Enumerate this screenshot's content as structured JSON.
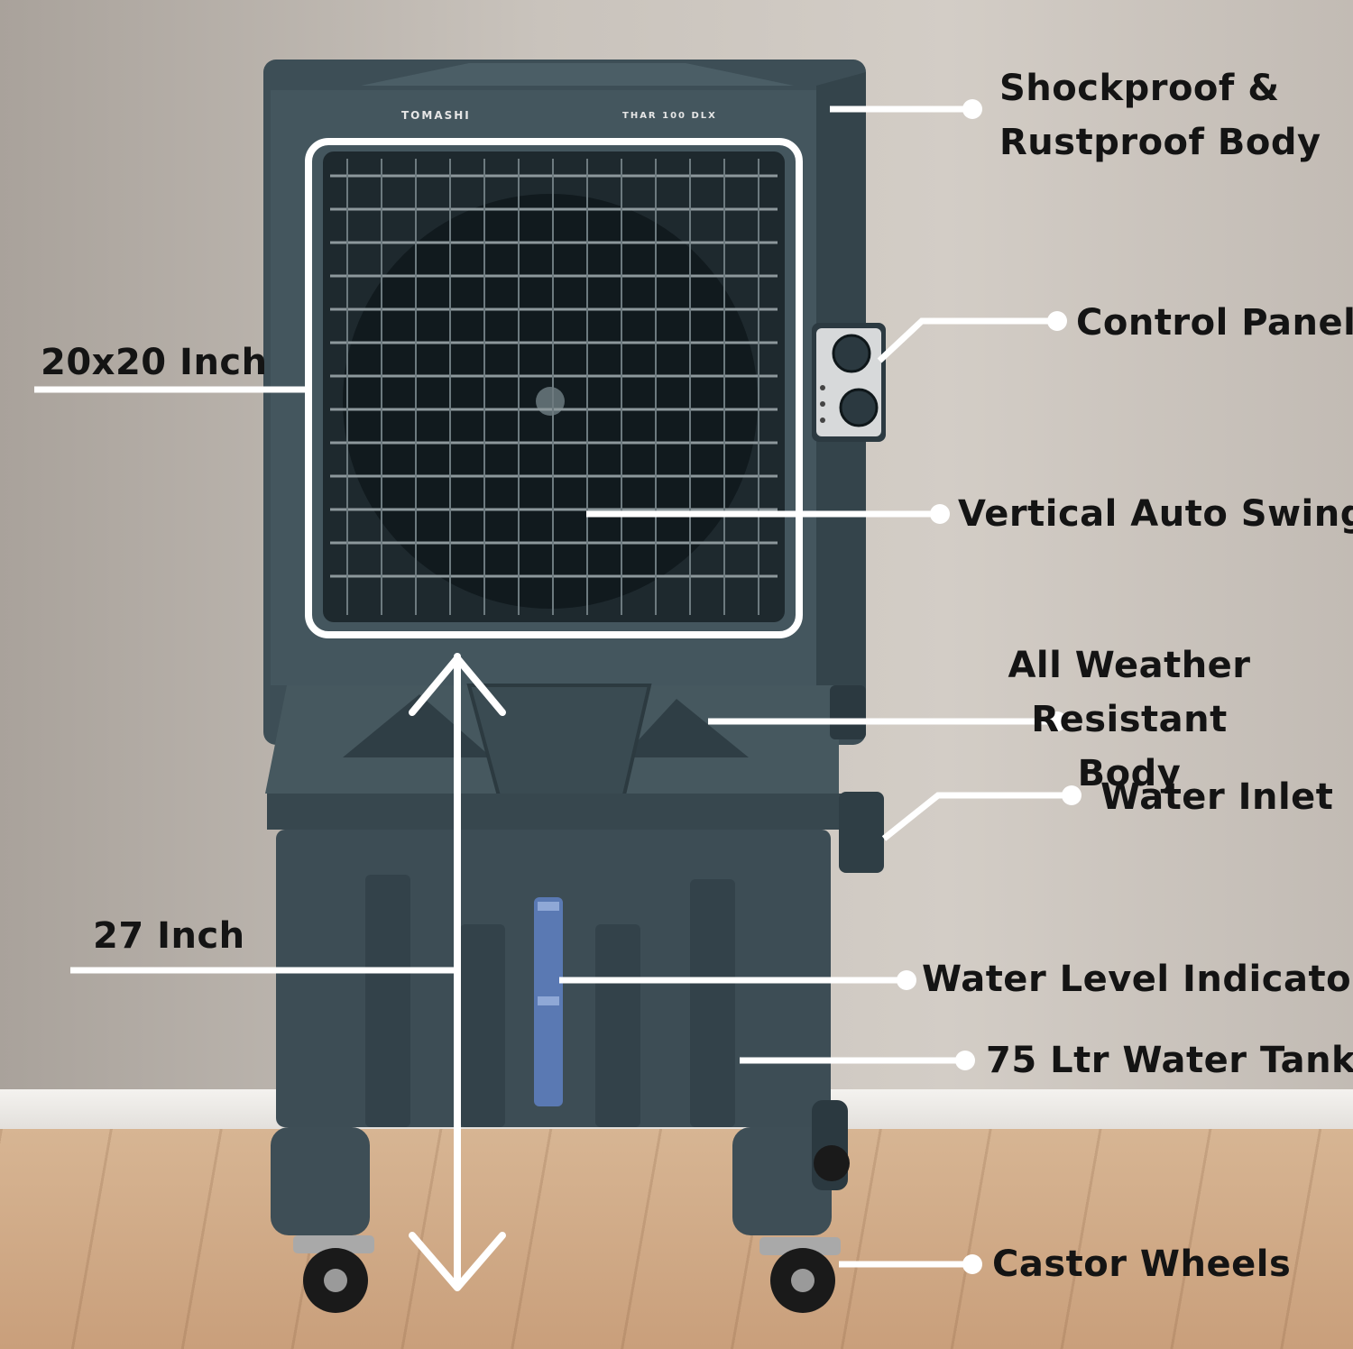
{
  "product": {
    "brand": "TOMASHI",
    "model": "THAR 100 DLX"
  },
  "callouts": {
    "shockproof_body": "Shockproof &\nRustproof Body",
    "control_panel": "Control Panel",
    "vertical_swing": "Vertical Auto Swing",
    "weather_resistant": "All Weather Resistant\nBody",
    "water_inlet": "Water Inlet",
    "water_level": "Water Level Indicator",
    "water_tank": "75 Ltr Water Tank",
    "castor_wheels": "Castor Wheels"
  },
  "dimensions": {
    "fan_size": "20x20 Inch",
    "height": "27 Inch"
  },
  "colors": {
    "body": "#41525a",
    "body_dark": "#2b3940",
    "accent_line": "#ffffff",
    "label_text": "#141414",
    "level_indicator": "#5a79b3"
  }
}
